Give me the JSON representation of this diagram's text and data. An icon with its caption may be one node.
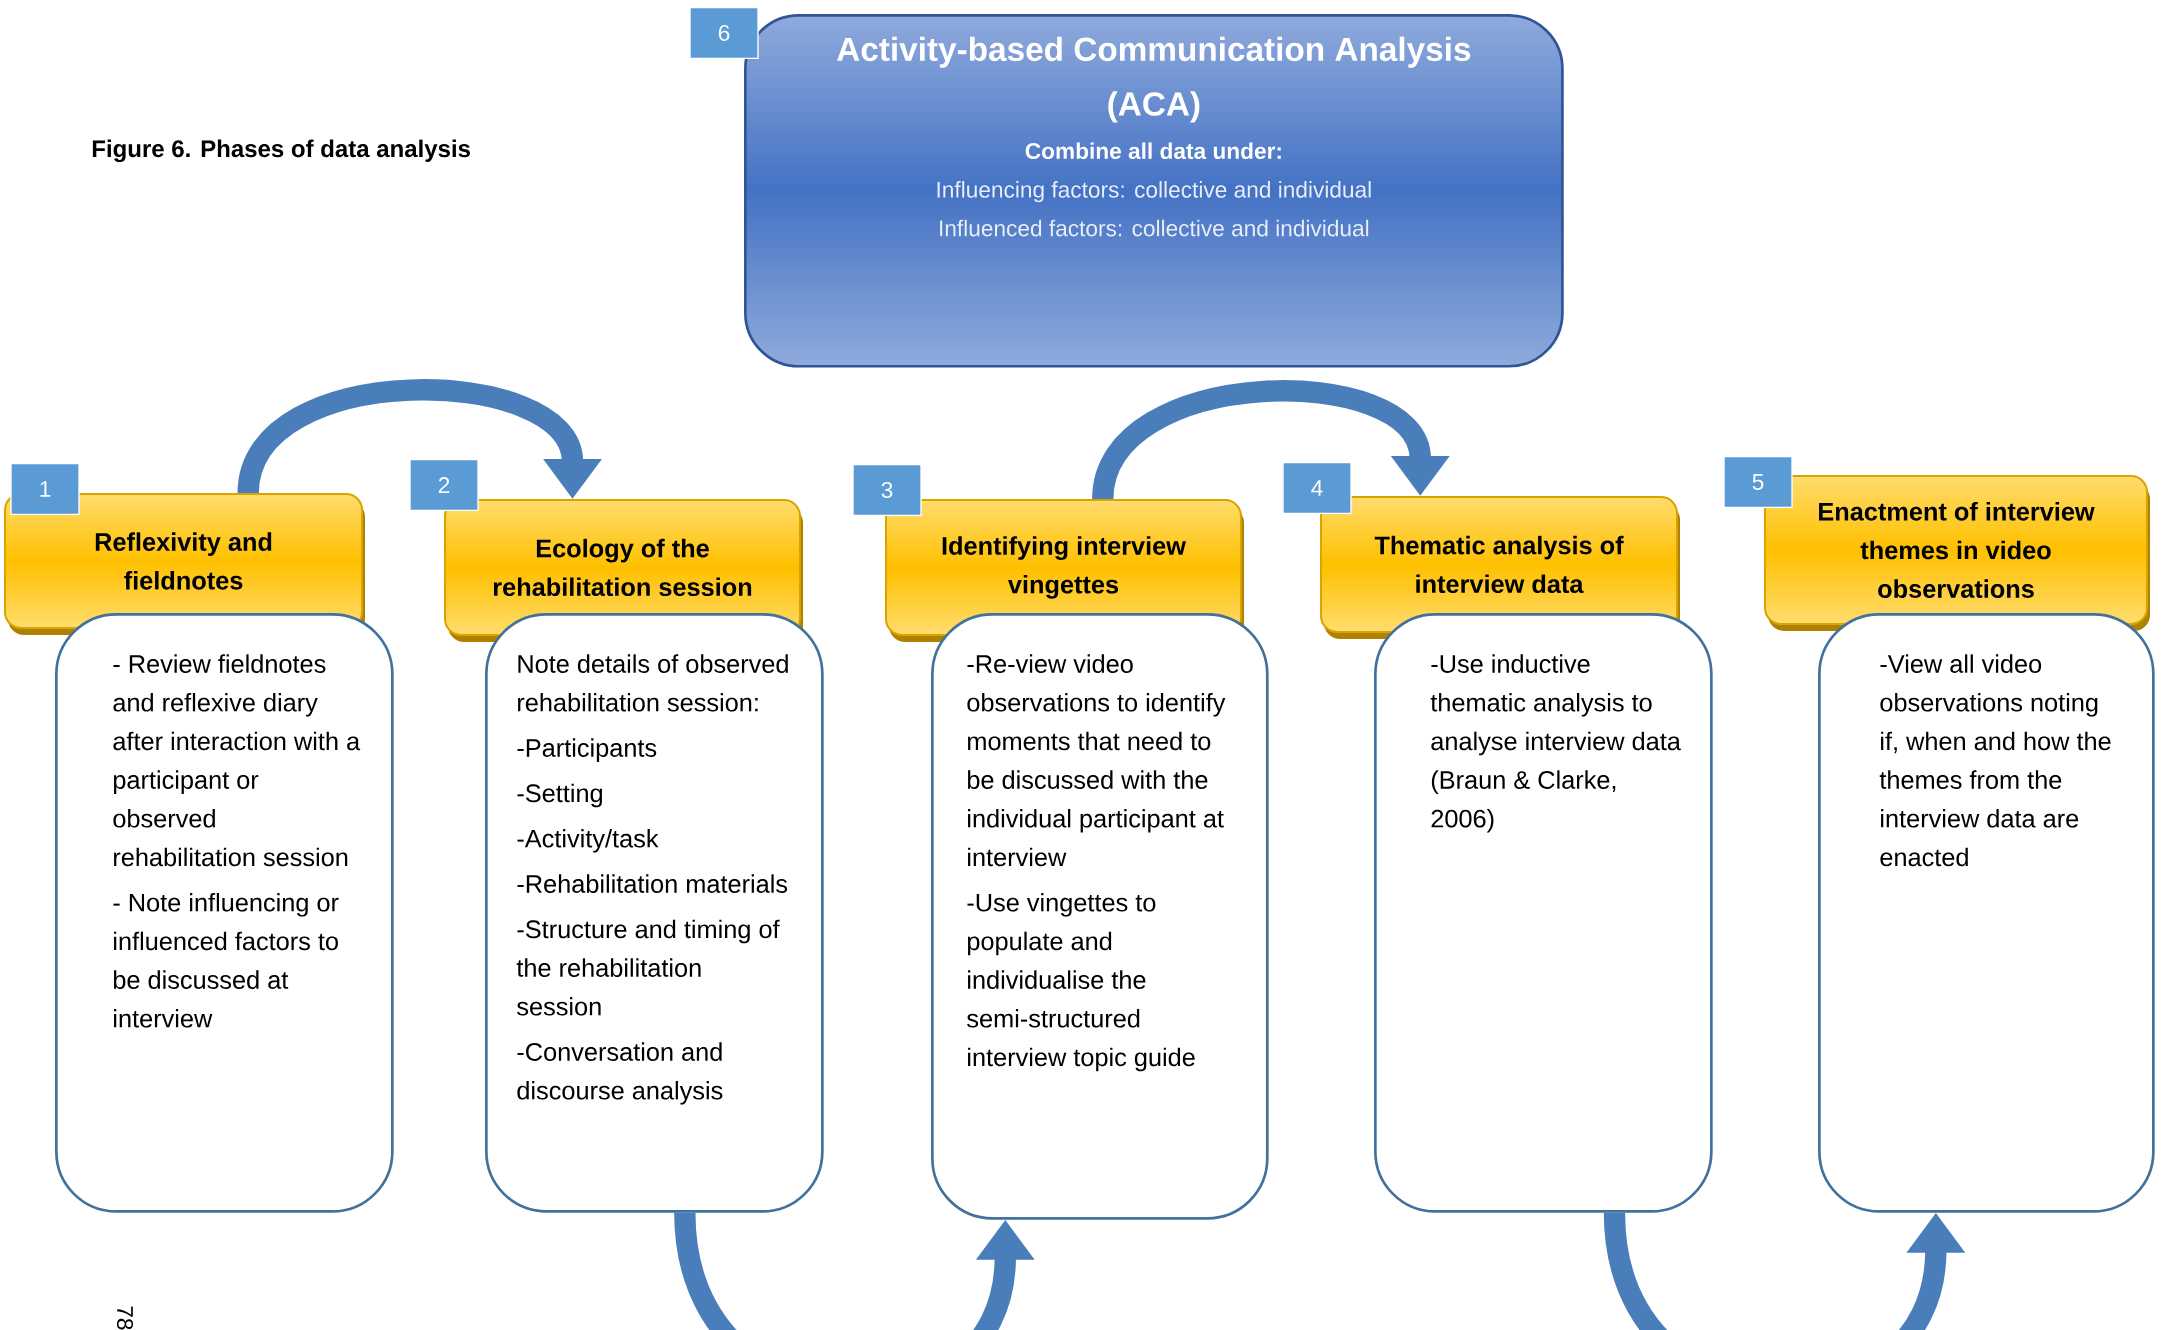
{
  "diagram": {
    "title": "Figure 6. Phases of data analysis",
    "nodes": [
      {
        "text": [
          "Activity-based Communication Analysis (ACA)",
          "Combine all data under:",
          "Influencing factors: collective and individual",
          "Influenced factors: collective and individual"
        ]
      },
      {
        "text": [
          "6"
        ]
      },
      {
        "text": [
          "1"
        ]
      },
      {
        "text": [
          "Reflexivity and fieldnotes"
        ]
      },
      {
        "text": [
          "- Review fieldnotes and reflexive diary after interaction with a participant or observed rehabilitation session",
          "- Note influencing or influenced factors to be discussed at interview"
        ]
      },
      {
        "text": [
          "2"
        ]
      },
      {
        "text": [
          "Ecology of the rehabilitation session"
        ]
      },
      {
        "text": [
          "Note details of observed rehabilitation session:",
          "-Participants",
          "-Setting",
          "-Activity/task",
          "-Rehabilitation materials",
          "-Structure and timing of the rehabilitation session",
          "-Conversation and discourse analysis"
        ]
      },
      {
        "text": [
          "3"
        ]
      },
      {
        "text": [
          "Identifying interview vingettes"
        ]
      },
      {
        "text": [
          "-Re-view video observations to identify moments that need to be discussed with the individual participant at interview",
          "-Use vingettes to populate and individualise the semi-structured interview topic guide"
        ]
      },
      {
        "text": [
          "4"
        ]
      },
      {
        "text": [
          "Thematic analysis of interview data"
        ]
      },
      {
        "text": [
          "-Use inductive thematic analysis to analyse interview data (Braun & Clarke, 2006)"
        ]
      },
      {
        "text": [
          "5"
        ]
      },
      {
        "text": [
          "Enactment of interview themes in video observations"
        ]
      },
      {
        "text": [
          "-View all video observations noting if, when and how the themes from the interview data are enacted"
        ]
      }
    ],
    "edges": [
      {
        "from": 3,
        "to": 6,
        "arrow": "to"
      },
      {
        "from": 7,
        "to": 10,
        "arrow": "to"
      },
      {
        "from": 9,
        "to": 12,
        "arrow": "to"
      },
      {
        "from": 13,
        "to": 16,
        "arrow": "to"
      }
    ],
    "labels": [
      "78"
    ]
  }
}
